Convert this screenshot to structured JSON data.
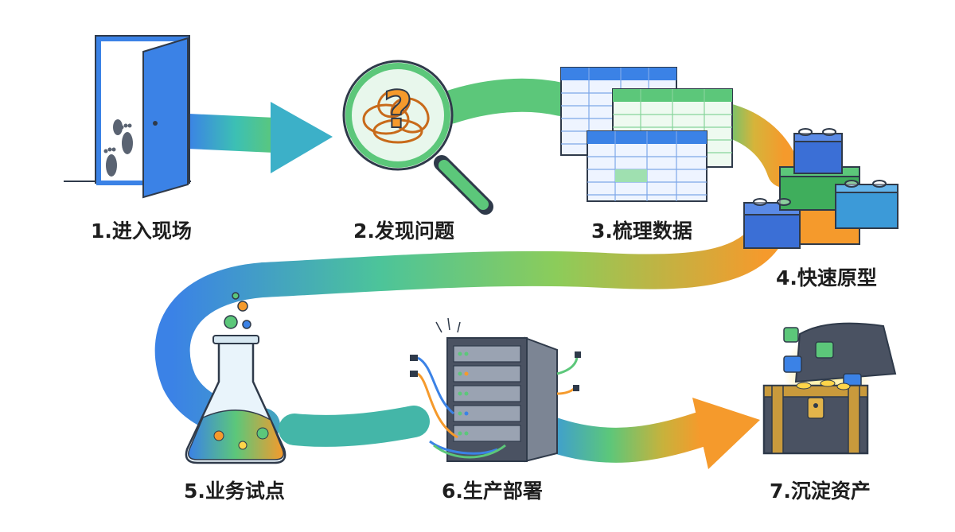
{
  "steps": [
    {
      "label": "1.进入现场",
      "icon": "door-footprints-icon"
    },
    {
      "label": "2.发现问题",
      "icon": "magnifier-question-icon"
    },
    {
      "label": "3.梳理数据",
      "icon": "data-tables-icon"
    },
    {
      "label": "4.快速原型",
      "icon": "building-blocks-icon"
    },
    {
      "label": "5.业务试点",
      "icon": "flask-icon"
    },
    {
      "label": "6.生产部署",
      "icon": "server-rack-icon"
    },
    {
      "label": "7.沉淀资产",
      "icon": "treasure-chest-icon"
    }
  ],
  "colors": {
    "blue": "#3b82e6",
    "teal": "#3cc0b4",
    "green": "#5cc77a",
    "orange": "#f59a2c",
    "outline": "#2f3a4a"
  }
}
